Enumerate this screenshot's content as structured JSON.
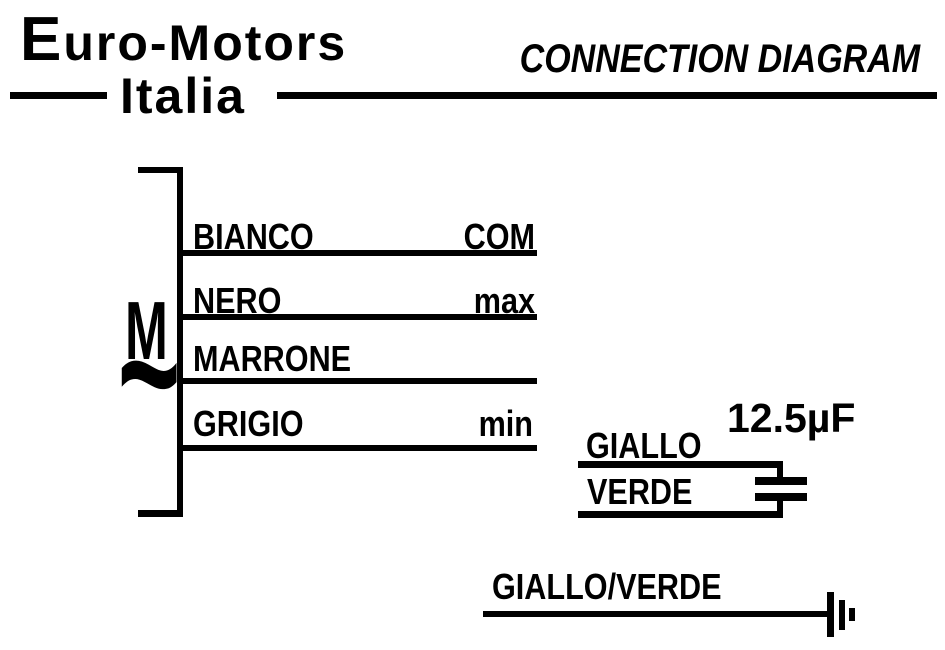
{
  "colors": {
    "ink": "#000000",
    "background": "#ffffff"
  },
  "brand": {
    "initial": "E",
    "rest": "uro-Motors",
    "line2": "Italia"
  },
  "title": "CONNECTION DIAGRAM",
  "motor": {
    "symbol": "M",
    "ac_symbol": "~"
  },
  "wires": [
    {
      "label": "BIANCO",
      "terminal": "COM"
    },
    {
      "label": "NERO",
      "terminal": "max"
    },
    {
      "label": "MARRONE",
      "terminal": ""
    },
    {
      "label": "GRIGIO",
      "terminal": "min"
    }
  ],
  "capacitor": {
    "value": "12.5µF",
    "wire_top": "GIALLO",
    "wire_bottom": "VERDE"
  },
  "ground": {
    "label": "GIALLO/VERDE"
  }
}
